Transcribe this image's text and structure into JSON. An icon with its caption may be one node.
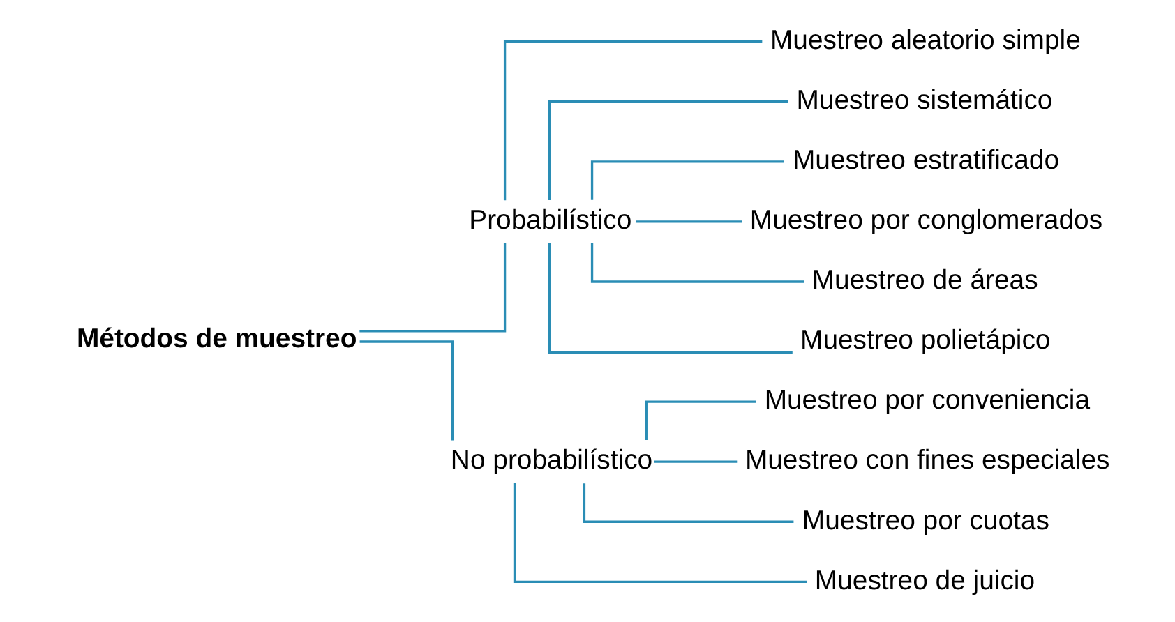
{
  "diagram": {
    "nodes": [
      {
        "text": [
          "Métodos de muestreo"
        ]
      },
      {
        "text": [
          "Probabilístico"
        ]
      },
      {
        "text": [
          "No probabilístico"
        ]
      },
      {
        "text": [
          "Muestreo aleatorio simple"
        ]
      },
      {
        "text": [
          "Muestreo sistemático"
        ]
      },
      {
        "text": [
          "Muestreo estratificado"
        ]
      },
      {
        "text": [
          "Muestreo por conglomerados"
        ]
      },
      {
        "text": [
          "Muestreo de áreas"
        ]
      },
      {
        "text": [
          "Muestreo polietápico"
        ]
      },
      {
        "text": [
          "Muestreo por conveniencia"
        ]
      },
      {
        "text": [
          "Muestreo con fines especiales"
        ]
      },
      {
        "text": [
          "Muestreo por cuotas"
        ]
      },
      {
        "text": [
          "Muestreo de juicio"
        ]
      }
    ],
    "edges": [
      {
        "from": 0,
        "to": 1,
        "arrow": "none"
      },
      {
        "from": 0,
        "to": 2,
        "arrow": "none"
      },
      {
        "from": 1,
        "to": 3,
        "arrow": "none"
      },
      {
        "from": 1,
        "to": 4,
        "arrow": "none"
      },
      {
        "from": 1,
        "to": 5,
        "arrow": "none"
      },
      {
        "from": 1,
        "to": 6,
        "arrow": "none"
      },
      {
        "from": 1,
        "to": 7,
        "arrow": "none"
      },
      {
        "from": 1,
        "to": 8,
        "arrow": "none"
      },
      {
        "from": 2,
        "to": 9,
        "arrow": "none"
      },
      {
        "from": 2,
        "to": 10,
        "arrow": "none"
      },
      {
        "from": 2,
        "to": 11,
        "arrow": "none"
      },
      {
        "from": 2,
        "to": 12,
        "arrow": "none"
      }
    ]
  }
}
